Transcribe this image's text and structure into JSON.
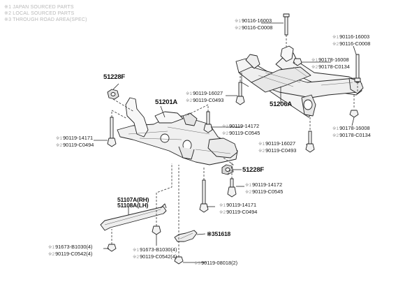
{
  "legend": {
    "items": [
      "※1 JAPAN SOURCED PARTS",
      "※2 LOCAL SOURCED PARTS",
      "※3 THROUGH ROAD AREA(SPEC)"
    ]
  },
  "markers": {
    "m1": "※1",
    "m2": "※2",
    "m3": "※3"
  },
  "parts": {
    "rear_crossmember": "51206A",
    "front_crossmember": "51201A",
    "stopper_upper": "51228F",
    "stopper_lower": "51228F",
    "brace_rh": "51107A(RH)",
    "brace_lh": "51108A(LH)",
    "cover": "51618"
  },
  "callouts": {
    "rear_top_bolt": {
      "p1": "90116-16003",
      "p2": "90116-C0008"
    },
    "rear_right_bolt": {
      "p1": "90116-16003",
      "p2": "90116-C0008"
    },
    "rear_nut_upper": {
      "p1": "90178-16008",
      "p2": "90178-C0134"
    },
    "rear_nut_lower": {
      "p1": "90178-16008",
      "p2": "90178-C0134"
    },
    "rear_left_bolt": {
      "p1": "90119-16027",
      "p2": "90119-C0493"
    },
    "rear_mid_bolt": {
      "p1": "90119-16027",
      "p2": "90119-C0493"
    },
    "front_mid_bolt": {
      "p1": "90119-14172",
      "p2": "90119-C0545"
    },
    "front_left_bolt": {
      "p1": "90119-14171",
      "p2": "90119-C0494"
    },
    "front_lower_bolt_a": {
      "p1": "90119-14172",
      "p2": "90119-C0545"
    },
    "front_lower_bolt_b": {
      "p1": "90119-14171",
      "p2": "90119-C0494"
    },
    "brace_bolt_left": {
      "p1": "91673-B1030(4)",
      "p2": "90119-C0542(4)"
    },
    "brace_bolt_mid": {
      "p1": "91673-B1030(4)",
      "p2": "90119-C0542(4)"
    },
    "cover_bolt": {
      "p3": "90119-08018(2)"
    }
  }
}
